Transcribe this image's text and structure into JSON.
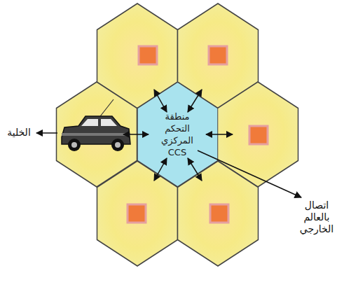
{
  "diagram": {
    "nodes": [
      {
        "text": [
          "منطقة التحكم المركزي CCS"
        ]
      }
    ],
    "labels": [
      "الخلية",
      "اتصال بالعالم الخارجي"
    ]
  }
}
